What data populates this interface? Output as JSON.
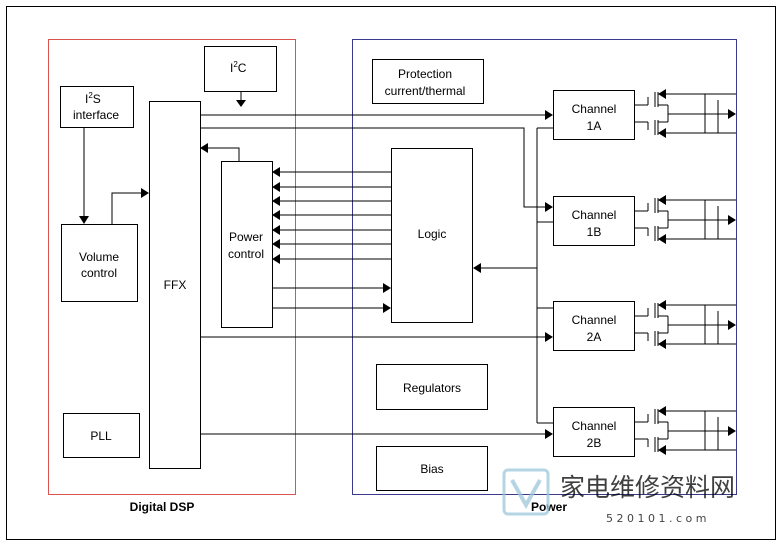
{
  "diagram": {
    "blocks": {
      "i2c": {
        "prefix": "I",
        "sup": "2",
        "suffix": "C"
      },
      "i2s": {
        "line1_prefix": "I",
        "line1_sup": "2",
        "line1_suffix": "S",
        "line2": "interface"
      },
      "volume": [
        "Volume",
        "control"
      ],
      "ffx": "FFX",
      "power_control": [
        "Power",
        "control"
      ],
      "pll": "PLL",
      "protection": [
        "Protection",
        "current/thermal"
      ],
      "logic": "Logic",
      "channel_1a": [
        "Channel",
        "1A"
      ],
      "channel_1b": [
        "Channel",
        "1B"
      ],
      "channel_2a": [
        "Channel",
        "2A"
      ],
      "channel_2b": [
        "Channel",
        "2B"
      ],
      "regulators": "Regulators",
      "bias": "Bias"
    },
    "regions": {
      "digital_label": "Digital DSP",
      "power_label": "Power",
      "digital_color": "#d9534f",
      "power_color": "#3a3a8a"
    },
    "watermark": {
      "text": "家电维修资料网",
      "url": "5 2 0 1 0 1 . c o m",
      "color": "#9ec7dc"
    }
  }
}
